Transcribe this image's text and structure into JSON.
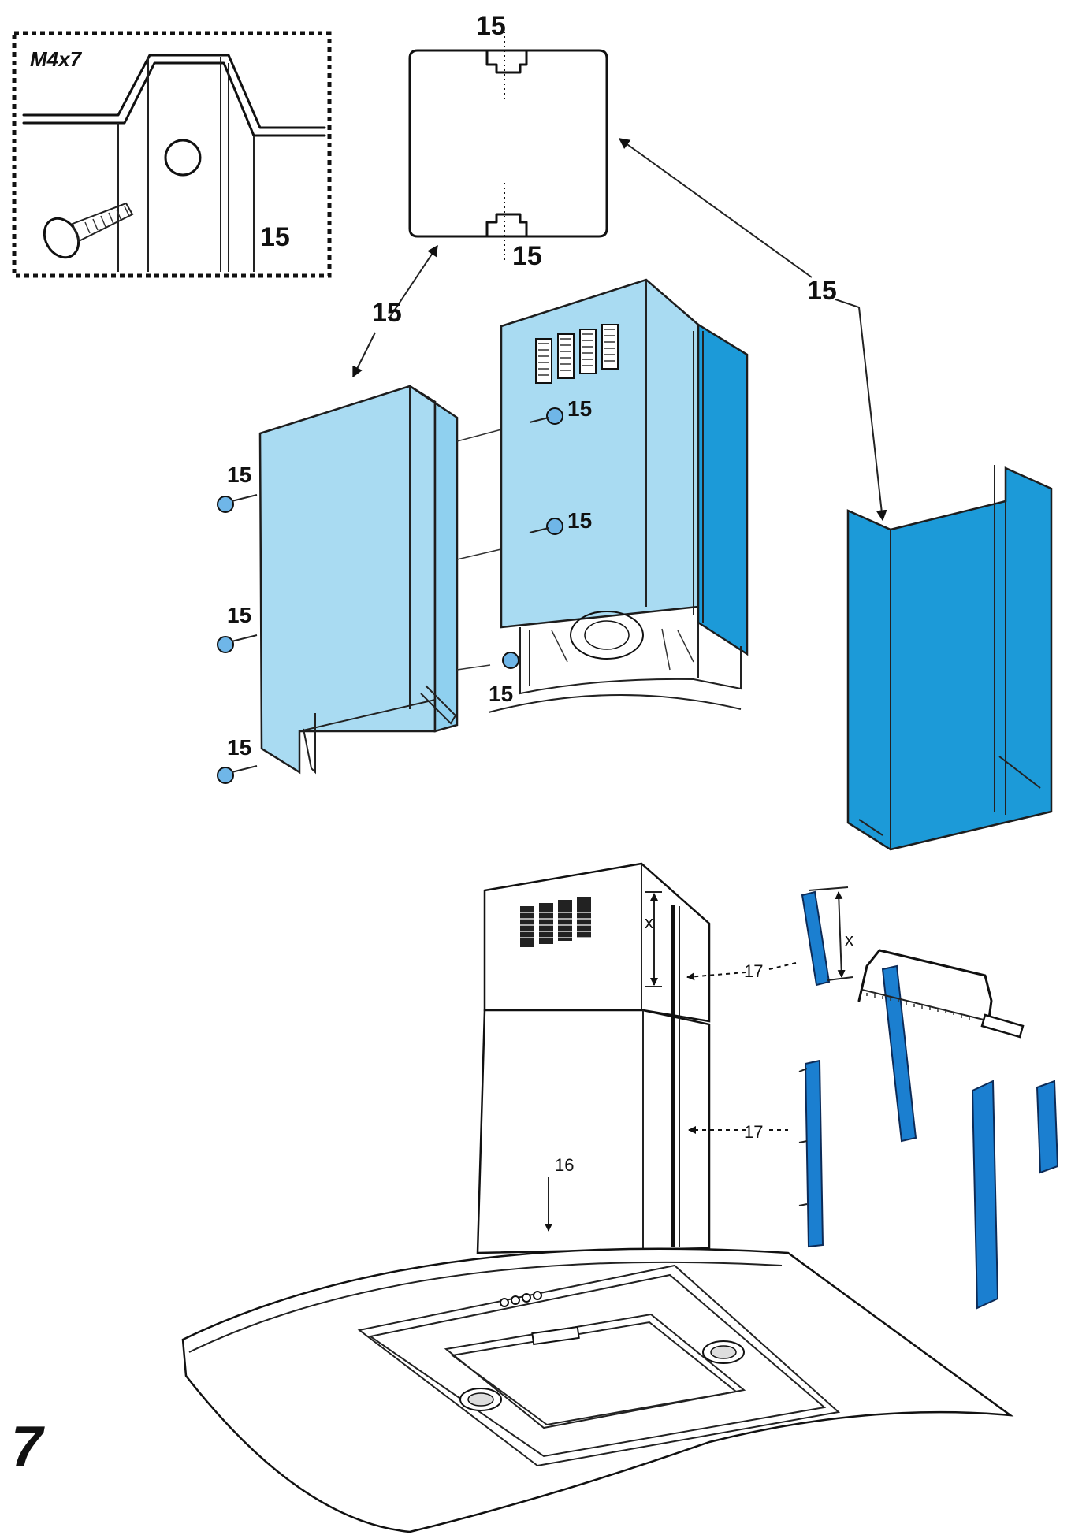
{
  "figure": {
    "step_number": "7",
    "detail_inset": {
      "screw_spec": "M4x7",
      "part_label": "15"
    },
    "cross_section": {
      "top_label": "15",
      "bottom_label": "15"
    },
    "callouts": {
      "arrow_left": "15",
      "arrow_right": "15",
      "left_panel_screw_top": "15",
      "left_panel_screw_mid": "15",
      "left_panel_screw_bottom": "15",
      "chimney_screw_upper": "15",
      "chimney_screw_lower": "15",
      "chimney_base_screw": "15",
      "hood_label": "16",
      "strip_label_upper": "17",
      "strip_label_lower": "17",
      "dimension_chimney": "x",
      "dimension_strip": "x"
    },
    "colors": {
      "panel_light": "#a9dbf2",
      "panel_dark": "#1c9ad8",
      "strip": "#1b7fd0"
    }
  }
}
